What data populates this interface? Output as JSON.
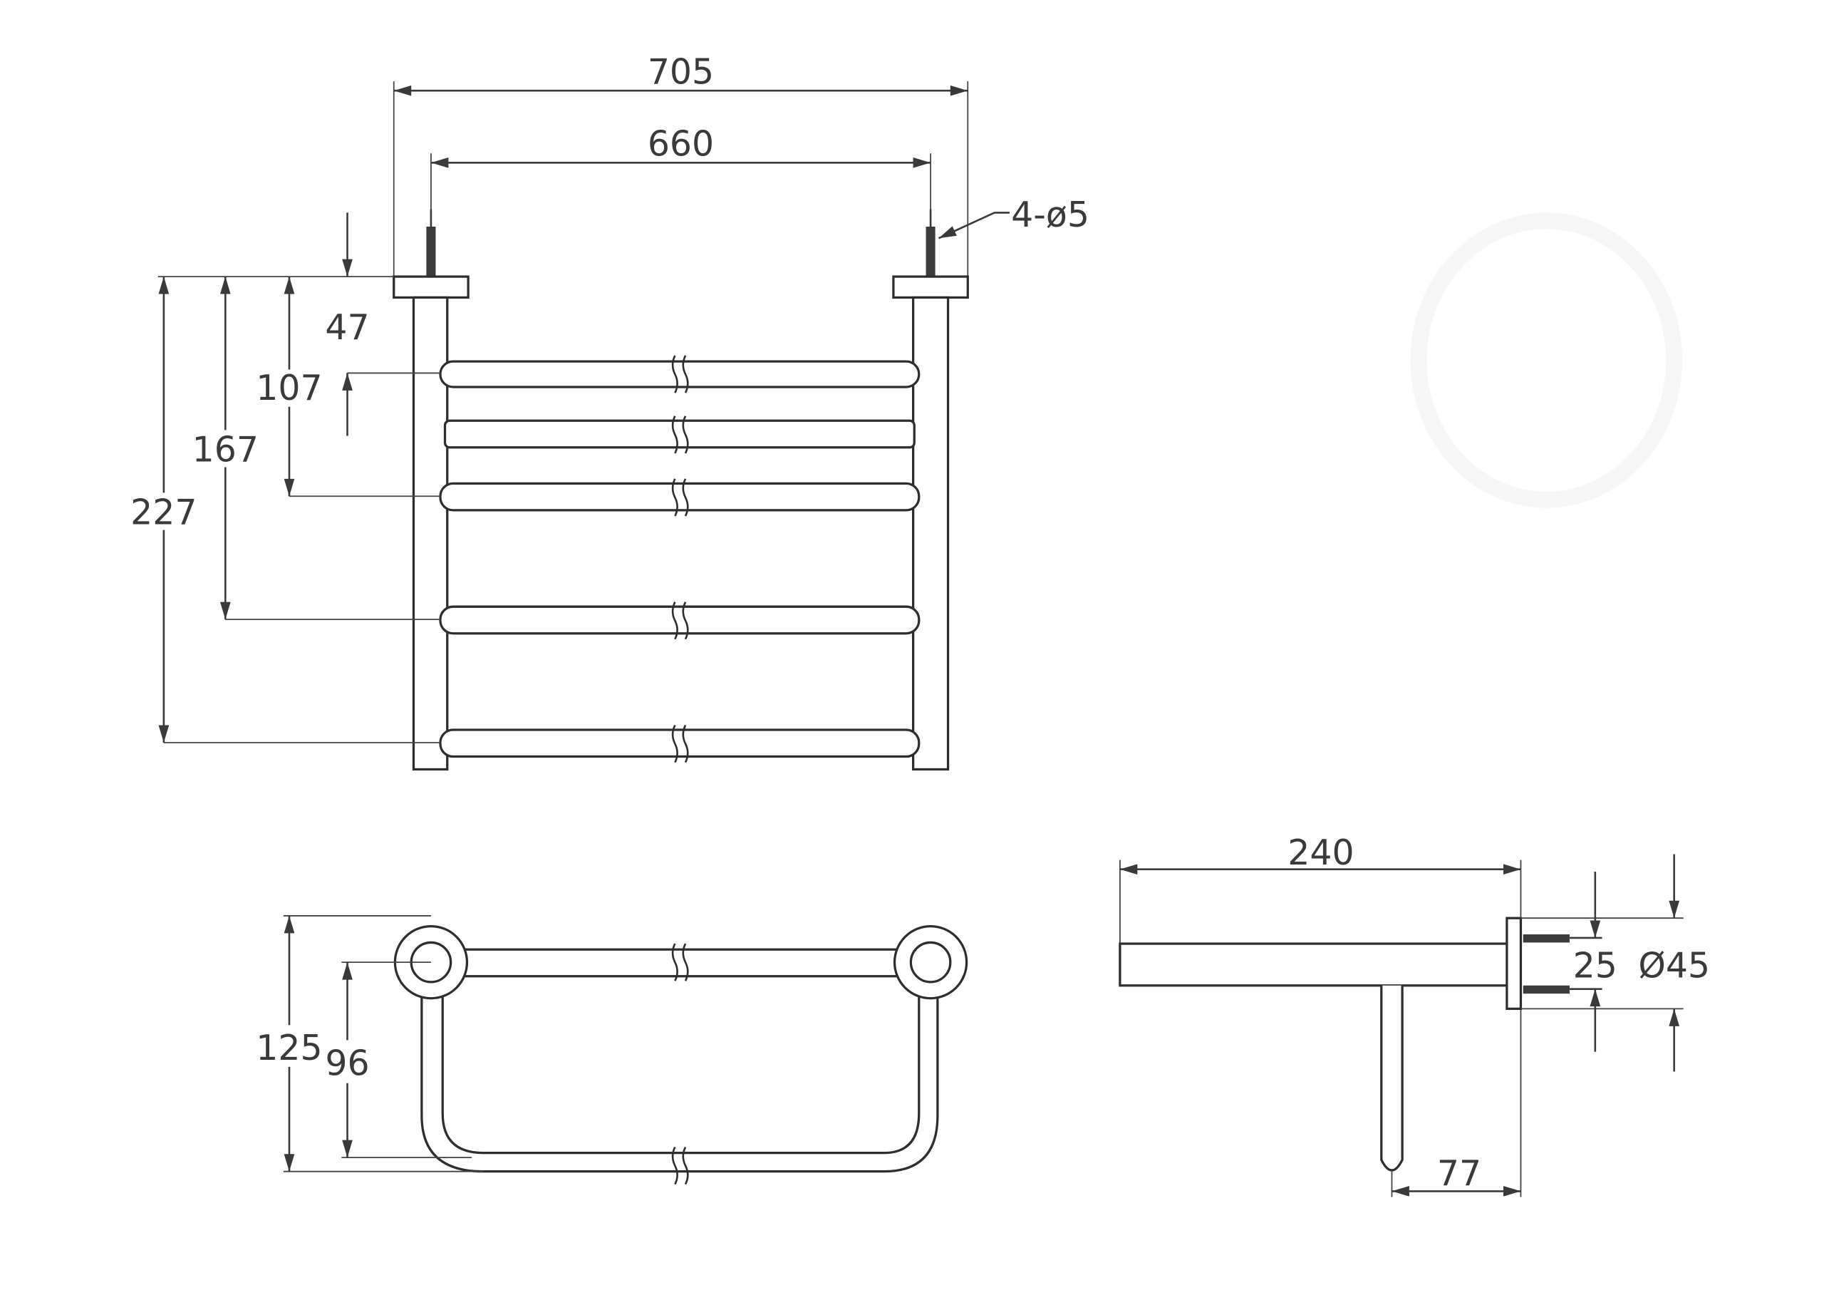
{
  "drawing": {
    "title": "Towel rack dimension drawing",
    "front_view": {
      "overall_width": "705",
      "mounting_centers": "660",
      "screw_spec": "4-ø5",
      "bar_offset_1": "47",
      "bar_offset_2": "107",
      "bar_offset_3": "167",
      "bar_offset_4": "227"
    },
    "top_view": {
      "depth_overall": "125",
      "depth_bar": "96"
    },
    "side_view": {
      "projection": "240",
      "hanger_offset": "77",
      "screw_spacing": "25",
      "flange_diameter": "Ø45"
    }
  }
}
